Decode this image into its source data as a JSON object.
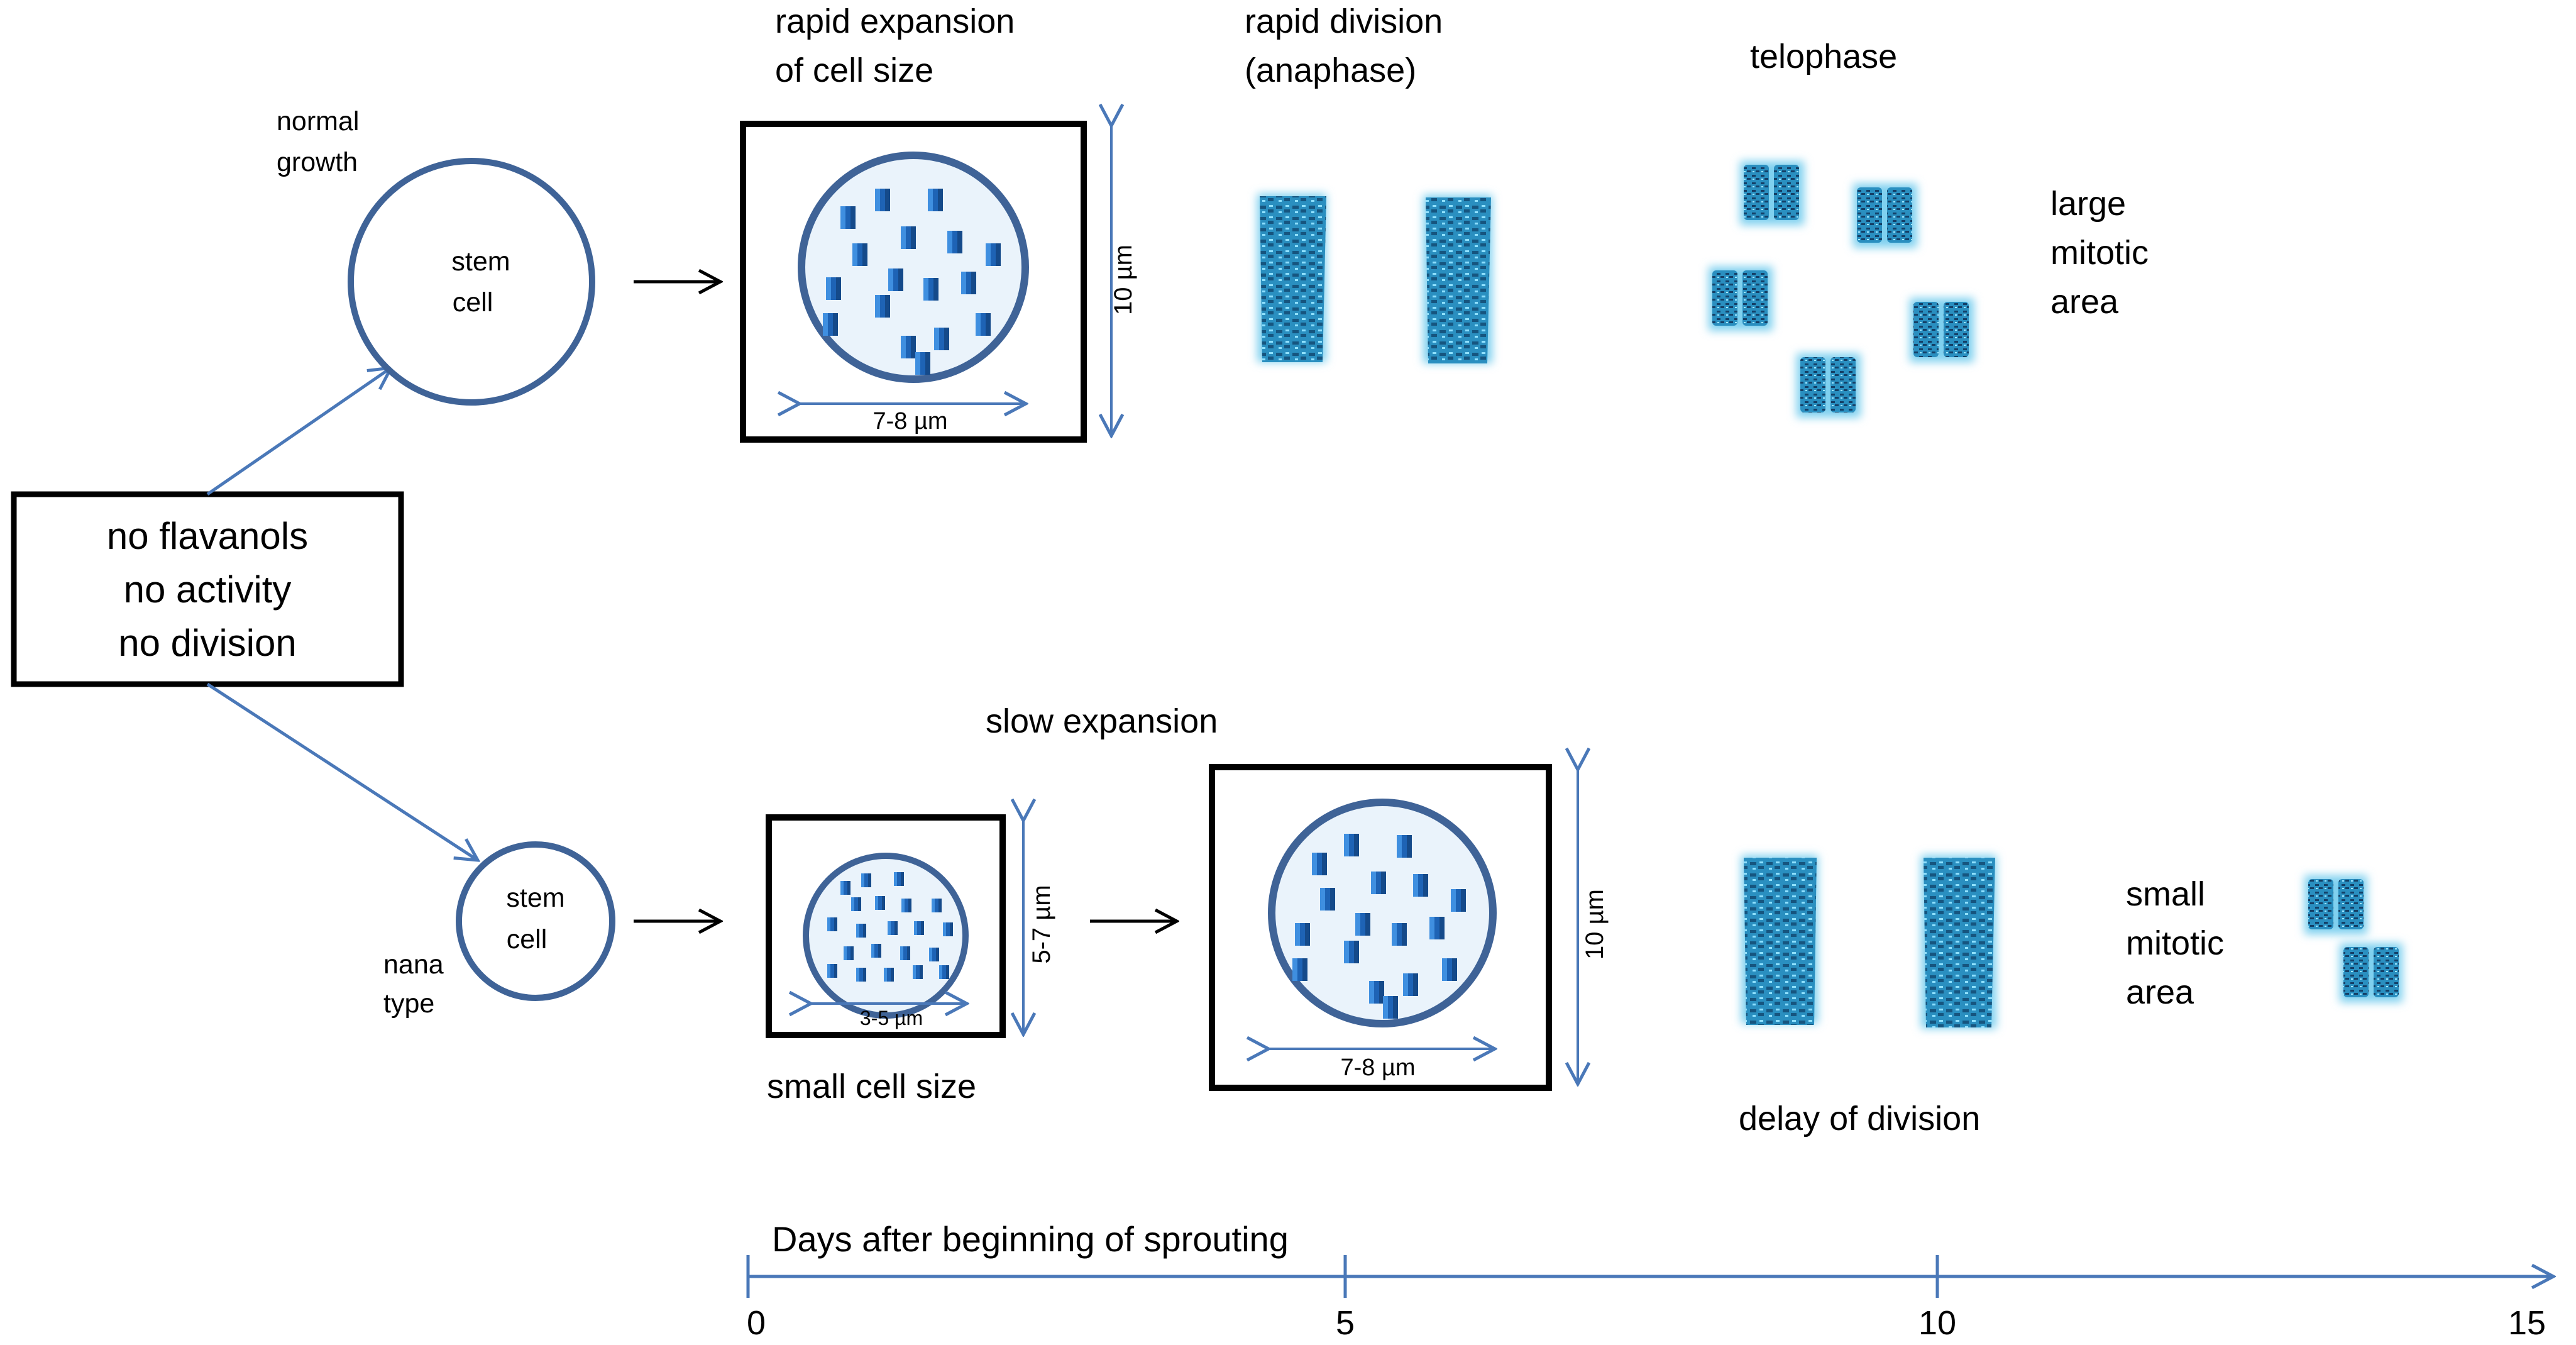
{
  "source_box": {
    "lines": [
      "no flavanols",
      "no activity",
      "no division"
    ]
  },
  "top_branch": {
    "label": [
      "normal",
      "growth"
    ],
    "stem_cell": [
      "stem",
      "cell"
    ],
    "stage1_title": [
      "rapid expansion",
      "of cell size"
    ],
    "width_label": "7-8 µm",
    "height_label": "10 µm",
    "stage2_title": [
      "rapid division",
      "(anaphase)"
    ],
    "stage3_title": "telophase",
    "result": [
      "large",
      "mitotic",
      "area"
    ]
  },
  "bottom_branch": {
    "label": [
      "nana",
      "type"
    ],
    "stem_cell": [
      "stem",
      "cell"
    ],
    "small_width_label": "3-5 µm",
    "small_height_label": "5-7 µm",
    "small_caption": "small cell size",
    "expansion_title": "slow expansion",
    "large_width_label": "7-8 µm",
    "large_height_label": "10 µm",
    "division_caption": "delay of division",
    "result": [
      "small",
      "mitotic",
      "area"
    ]
  },
  "timeline": {
    "title": "Days after beginning of sprouting",
    "ticks": [
      "0",
      "5",
      "10",
      "15"
    ]
  },
  "colors": {
    "outline_blue": "#3f6397",
    "arrow_blue": "#4a78b8",
    "chromosome": "#2a8fc0",
    "chromosome_dark": "#16557f",
    "chromosome_glow": "#7fd0ef",
    "nucleus_fill": "#eaf3fb"
  }
}
